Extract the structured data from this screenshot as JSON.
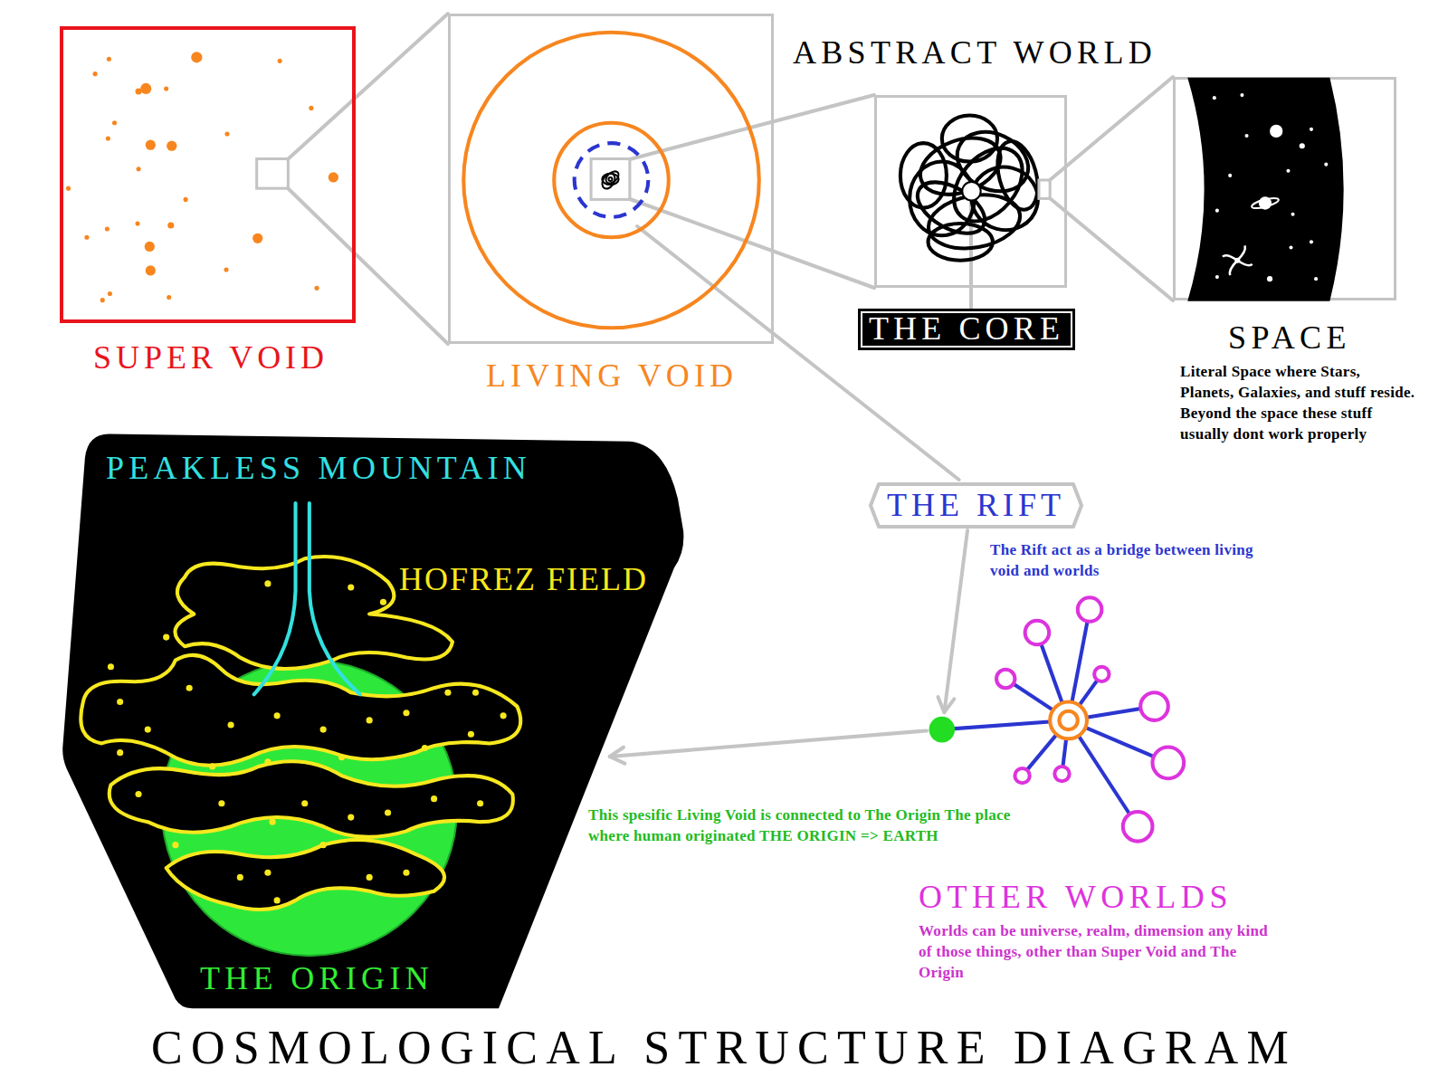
{
  "diagram": {
    "title": "COSMOLOGICAL STRUCTURE DIAGRAM",
    "nodes": [
      {
        "text": [
          "SUPER VOID"
        ]
      },
      {
        "text": [
          "LIVING VOID"
        ]
      },
      {
        "text": [
          "ABSTRACT WORLD"
        ]
      },
      {
        "text": [
          "THE CORE"
        ]
      },
      {
        "text": [
          "SPACE",
          "Literal Space where Stars, Planets, Galaxies, and stuff reside. Beyond the space these stuff usually dont work properly"
        ]
      },
      {
        "text": [
          "THE RIFT",
          "The Rift act as a bridge between living void and worlds"
        ]
      },
      {
        "text": [
          "PEAKLESS MOUNTAIN",
          "HOFREZ FIELD",
          "THE ORIGIN"
        ]
      },
      {
        "text": [
          "OTHER WORLDS",
          "Worlds can be universe, realm, dimension any kind of those things, other than Super Void and The Origin"
        ]
      }
    ],
    "edges": [
      {
        "from": 0,
        "to": 1,
        "arrow": "none"
      },
      {
        "from": 1,
        "to": 2,
        "arrow": "none"
      },
      {
        "from": 3,
        "to": 2,
        "arrow": "none"
      },
      {
        "from": 2,
        "to": 4,
        "arrow": "none"
      },
      {
        "from": 1,
        "to": 5,
        "arrow": "none"
      },
      {
        "from": 5,
        "to": 7,
        "arrow": "to"
      },
      {
        "from": 7,
        "to": 6,
        "arrow": "to"
      }
    ],
    "labels": [
      "This spesific Living Void is connected to The Origin The place where human originated THE ORIGIN => EARTH"
    ]
  }
}
